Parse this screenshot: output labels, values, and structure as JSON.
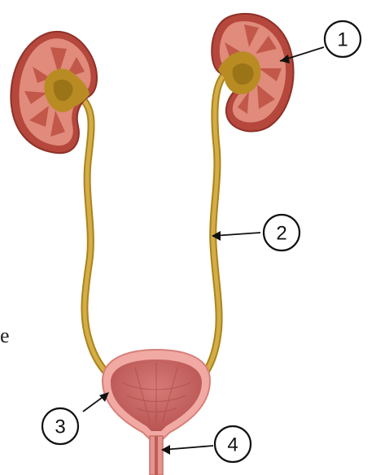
{
  "callouts": [
    {
      "number": "1",
      "target": "kidney"
    },
    {
      "number": "2",
      "target": "ureter"
    },
    {
      "number": "3",
      "target": "bladder"
    },
    {
      "number": "4",
      "target": "urethra"
    }
  ],
  "edge_text": "e",
  "colors": {
    "kidney_outer": "#b5473c",
    "kidney_cortex": "#e08b7c",
    "kidney_medulla": "#c2584a",
    "renal_pelvis": "#b98c23",
    "ureter": "#c9a13a",
    "bladder_wall": "#f1a9a3",
    "bladder_inner": "#cf6b68",
    "outline": "#111111"
  }
}
